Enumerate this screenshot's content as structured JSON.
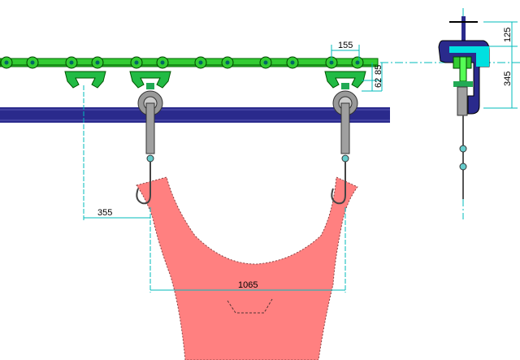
{
  "dimensions": {
    "trolley_pitch": "155",
    "offset_62": "62",
    "offset_85": "85",
    "side_top": "125",
    "side_height": "345",
    "hook_offset": "355",
    "hook_spacing": "1065"
  },
  "colors": {
    "chain_green": "#33cc33",
    "trolley_green": "#22bb44",
    "rail_blue": "#2a2a8c",
    "carcass_pink": "#ff8080",
    "dimension_cyan": "#00bbbb",
    "hanger_gray": "#a0a0a0"
  }
}
